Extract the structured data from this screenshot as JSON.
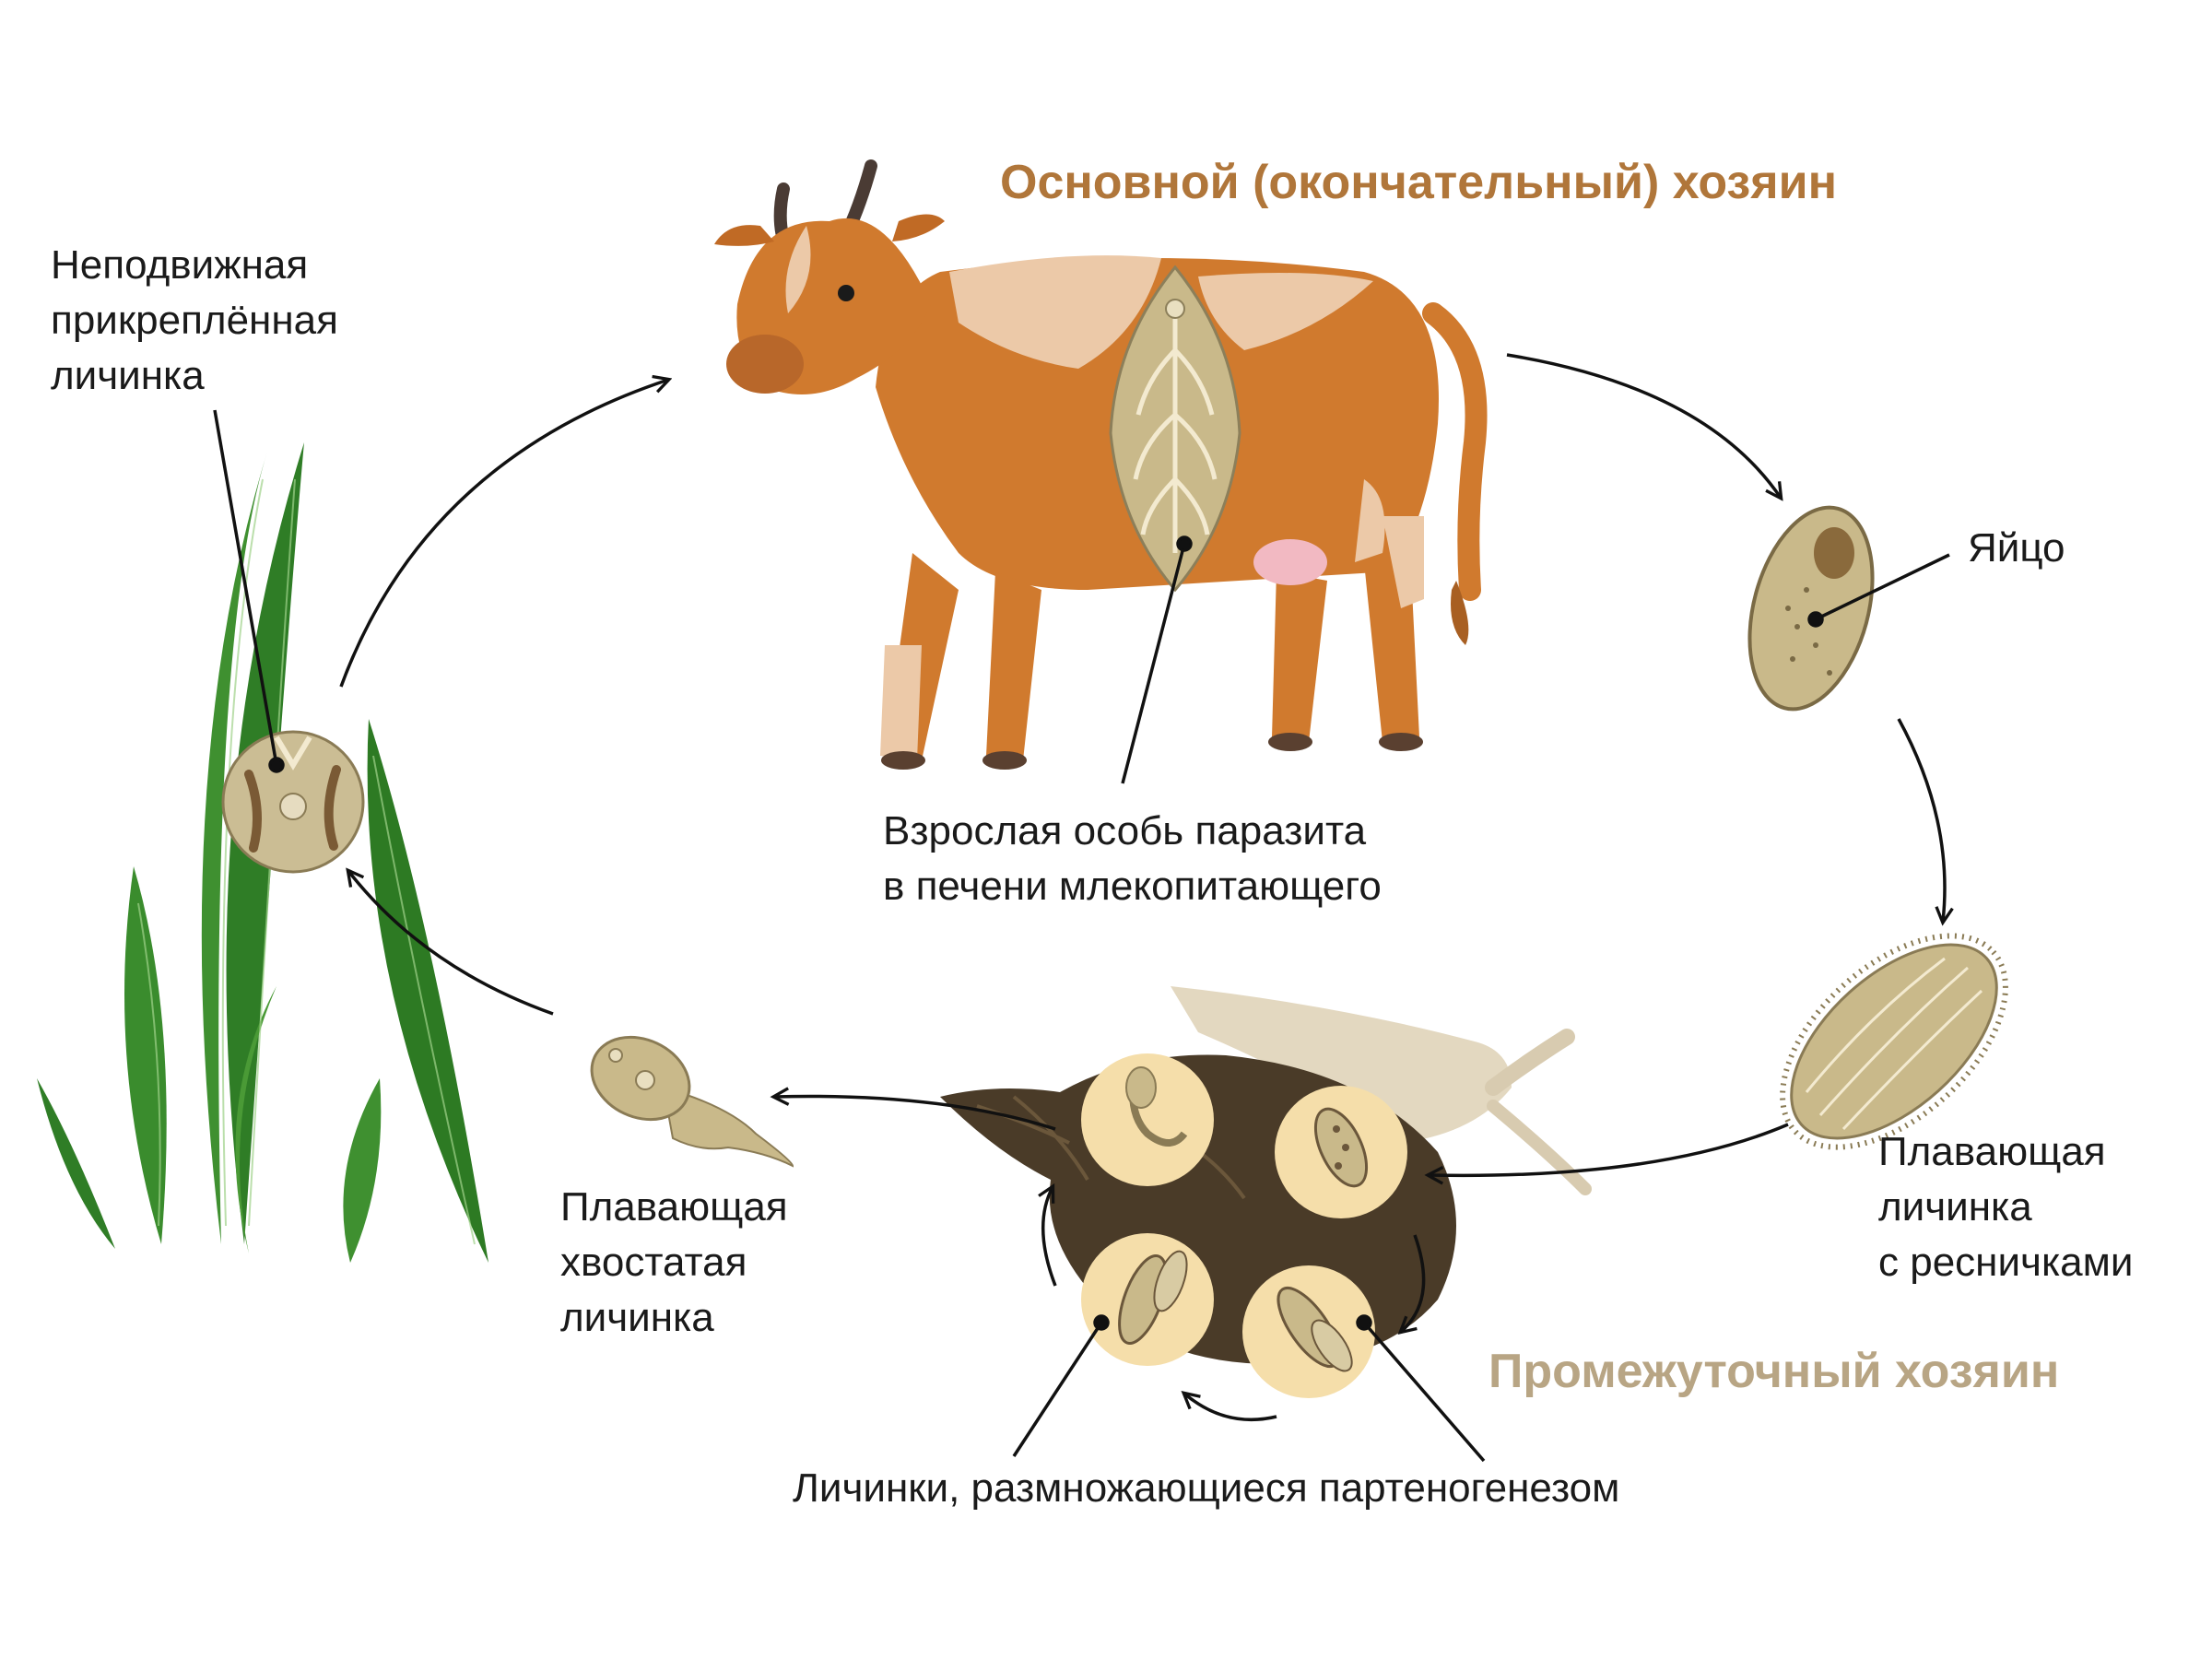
{
  "titles": {
    "main_host": "Основной (окончательный) хозяин",
    "intermediate_host": "Промежуточный хозяин"
  },
  "labels": {
    "attached_larva": "Неподвижная\nприкреплённая\nличинка",
    "adult_parasite": "Взрослая особь паразита\nв печени млекопитающего",
    "egg": "Яйцо",
    "ciliated_larva": "Плавающая\nличинка\nс ресничками",
    "tailed_larva": "Плавающая\nхвостатая\nличинка",
    "parthenogenetic_larvae": "Личинки, размножающиеся партеногенезом"
  },
  "colors": {
    "main_host_title": "#b0763a",
    "intermediate_host_title": "#b8a584",
    "cow_body": "#d07a2e",
    "cow_patch": "#ecc9a8",
    "plant_green": "#3d8a2e",
    "snail_shell": "#4a3b28",
    "larva_circle": "#f5deaa",
    "parasite": "#c9b98a"
  },
  "icons": [
    "cow-icon",
    "liver-fluke-icon",
    "egg-icon",
    "ciliated-larva-icon",
    "snail-icon",
    "cercaria-icon",
    "grass-icon",
    "cyst-icon"
  ]
}
